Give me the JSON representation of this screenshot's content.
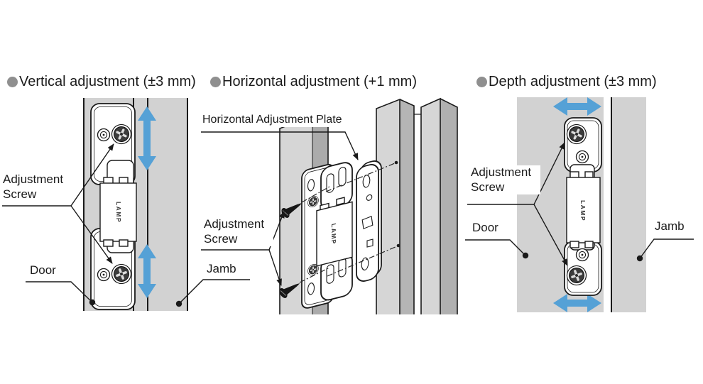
{
  "brand": "LAMP",
  "colors": {
    "panel_gray": "#d2d2d2",
    "iso_light_gray": "#d6d6d6",
    "iso_dark_gray": "#ababab",
    "arrow_blue": "#55a1d6",
    "bullet_gray": "#8f8f8f",
    "line_black": "#1a1a1a"
  },
  "panels": [
    {
      "title": "Vertical adjustment (±3 mm)",
      "labels": {
        "adjustment_screw": "Adjustment Screw",
        "door": "Door",
        "jamb": "Jamb"
      }
    },
    {
      "title": "Horizontal adjustment (+1 mm)",
      "labels": {
        "plate": "Horizontal Adjustment Plate",
        "adjustment_screw": "Adjustment Screw"
      }
    },
    {
      "title": "Depth adjustment (±3 mm)",
      "labels": {
        "adjustment_screw": "Adjustment Screw",
        "door": "Door",
        "jamb": "Jamb"
      }
    }
  ]
}
